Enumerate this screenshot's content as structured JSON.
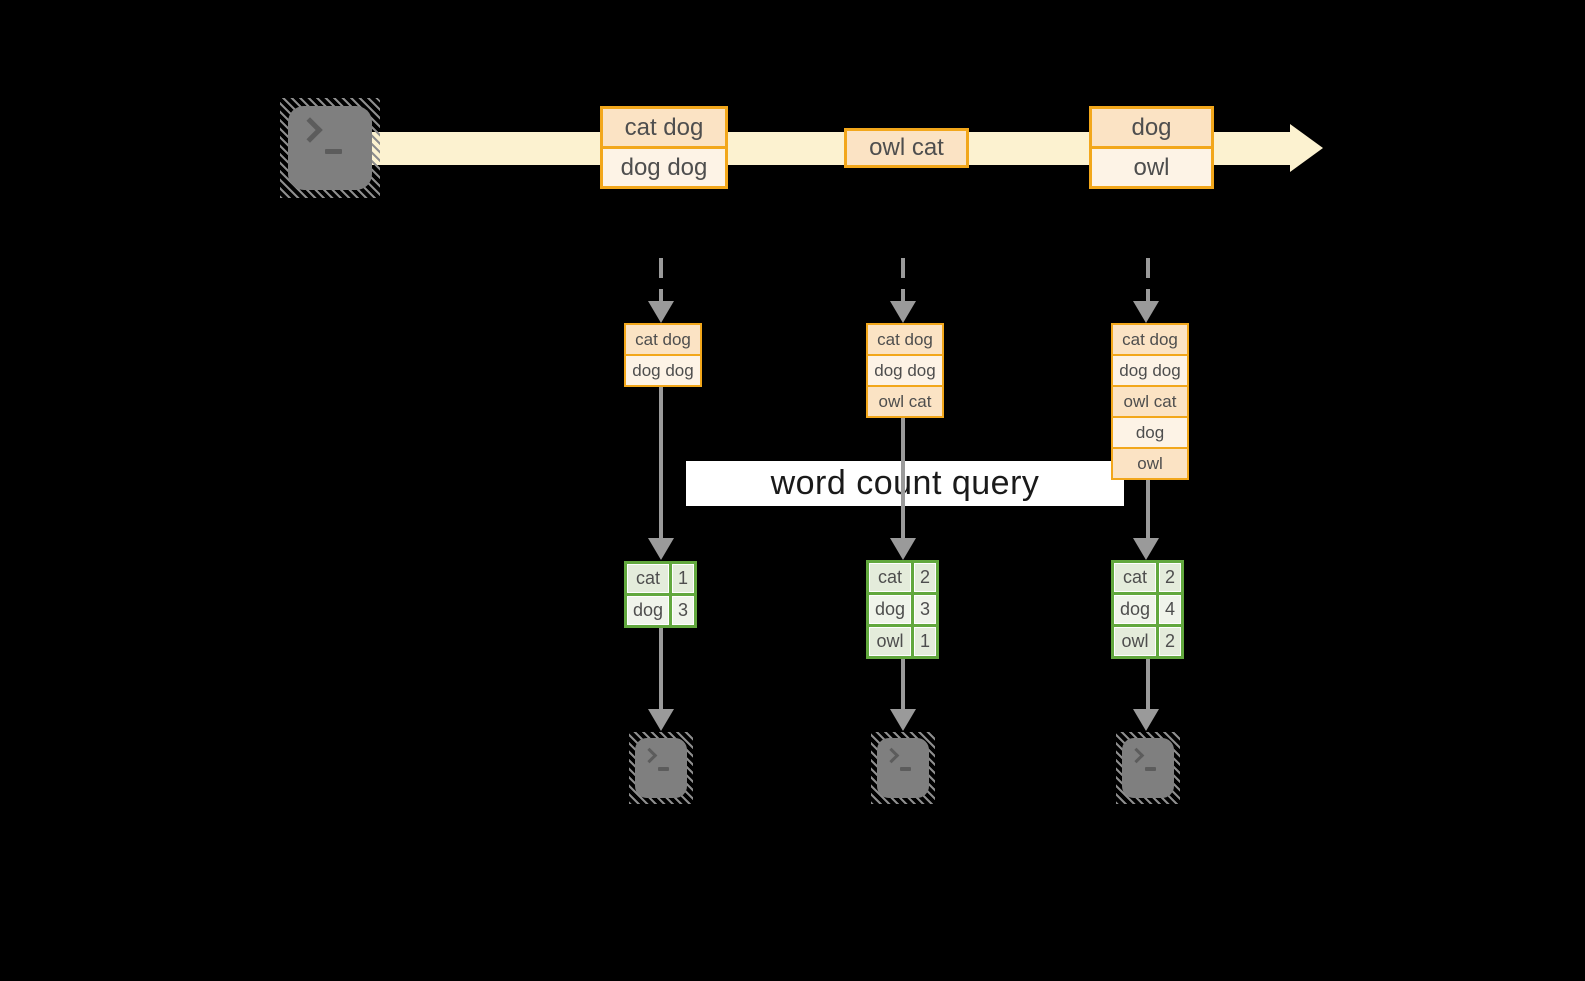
{
  "query_label": "word count query",
  "stream": {
    "source_icon": "terminal",
    "events": [
      {
        "rows": [
          "cat dog",
          "dog dog"
        ]
      },
      {
        "rows": [
          "owl cat"
        ]
      },
      {
        "rows": [
          "dog",
          "owl"
        ]
      }
    ]
  },
  "columns": [
    {
      "state": [
        "cat dog",
        "dog dog"
      ],
      "counts": [
        {
          "word": "cat",
          "value": "1"
        },
        {
          "word": "dog",
          "value": "3"
        }
      ],
      "sink_icon": "terminal"
    },
    {
      "state": [
        "cat dog",
        "dog dog",
        "owl cat"
      ],
      "counts": [
        {
          "word": "cat",
          "value": "2"
        },
        {
          "word": "dog",
          "value": "3"
        },
        {
          "word": "owl",
          "value": "1"
        }
      ],
      "sink_icon": "terminal"
    },
    {
      "state": [
        "cat dog",
        "dog dog",
        "owl cat",
        "dog",
        "owl"
      ],
      "counts": [
        {
          "word": "cat",
          "value": "2"
        },
        {
          "word": "dog",
          "value": "4"
        },
        {
          "word": "owl",
          "value": "2"
        }
      ],
      "sink_icon": "terminal"
    }
  ],
  "colors": {
    "background": "#000000",
    "stream_band": "#fcf2d0",
    "event_border": "#f2a71b",
    "event_fill_dark": "#fbe3c4",
    "event_fill_light": "#fdf3e6",
    "count_border": "#62a83e",
    "count_fill_dark": "#e4ecdb",
    "count_fill_light": "#f0f4eb",
    "arrow_gray": "#9a9a9a",
    "terminal_gray": "#7f7f7f",
    "query_band": "#ffffff",
    "text": "#4e4e4e"
  }
}
